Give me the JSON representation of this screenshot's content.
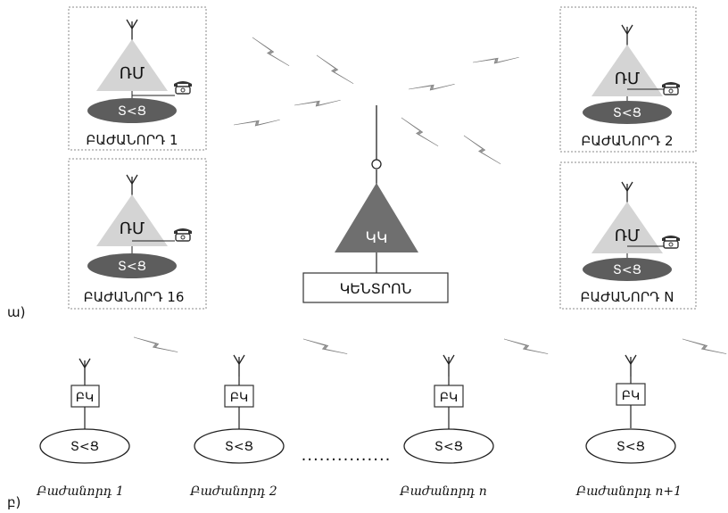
{
  "colors": {
    "triangle_light": "#d4d4d4",
    "triangle_dark": "#6f6f6f",
    "ellipse_dark": "#5d5d5d",
    "bolt": "#9a9a9a",
    "frame": "#888888"
  },
  "part_a": {
    "label": "ա)",
    "subscribers": [
      {
        "triangle": "ՌՄ",
        "ellipse": "Տ<Ց",
        "name": "ԲԱԺԱՆՈՐԴ 1"
      },
      {
        "triangle": "ՌՄ",
        "ellipse": "Տ<Ց",
        "name": "ԲԱԺԱՆՈՐԴ 16"
      },
      {
        "triangle": "ՌՄ",
        "ellipse": "Տ<Ց",
        "name": "ԲԱԺԱՆՈՐԴ 2"
      },
      {
        "triangle": "ՌՄ",
        "ellipse": "Տ<Ց",
        "name": "ԲԱԺԱՆՈՐԴ N"
      }
    ],
    "center": {
      "triangle": "ԿԿ",
      "box": "ԿԵՆՏՐՈՆ"
    }
  },
  "part_b": {
    "label": "բ)",
    "dots": "...............",
    "nodes": [
      {
        "box": "ԲԿ",
        "ellipse": "Տ<Ց",
        "caption": "Բաժանորդ 1"
      },
      {
        "box": "ԲԿ",
        "ellipse": "Տ<Ց",
        "caption": "Բաժանորդ 2"
      },
      {
        "box": "ԲԿ",
        "ellipse": "Տ<Ց",
        "caption": "Բաժանորդ n"
      },
      {
        "box": "ԲԿ",
        "ellipse": "Տ<Ց",
        "caption": "Բաժանորդ n+1"
      }
    ]
  }
}
